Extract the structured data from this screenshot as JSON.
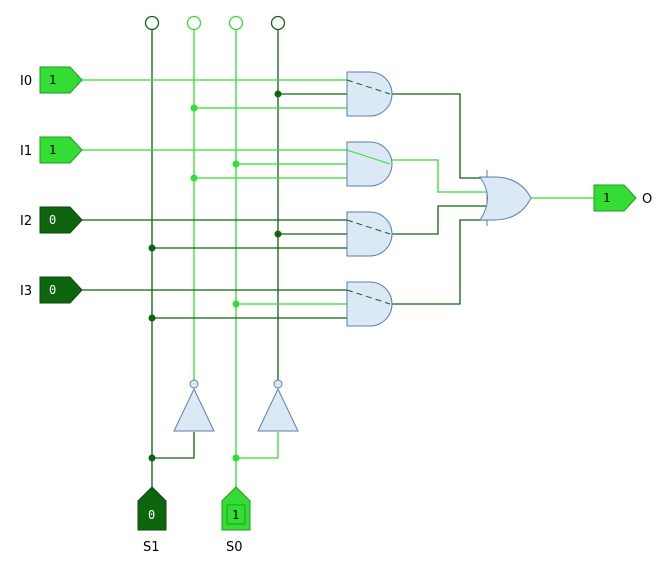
{
  "inputs": [
    {
      "label": "I0",
      "value": "1",
      "state": "high"
    },
    {
      "label": "I1",
      "value": "1",
      "state": "high"
    },
    {
      "label": "I2",
      "value": "0",
      "state": "low"
    },
    {
      "label": "I3",
      "value": "0",
      "state": "low"
    }
  ],
  "selects": [
    {
      "label": "S1",
      "value": "0",
      "state": "low"
    },
    {
      "label": "S0",
      "value": "1",
      "state": "high"
    }
  ],
  "output": {
    "label": "O",
    "value": "1",
    "state": "high"
  },
  "colors": {
    "high": "#33dd33",
    "low": "#0d650d",
    "gate_fill": "#dbe9f6",
    "gate_stroke": "#5b7fa8"
  }
}
